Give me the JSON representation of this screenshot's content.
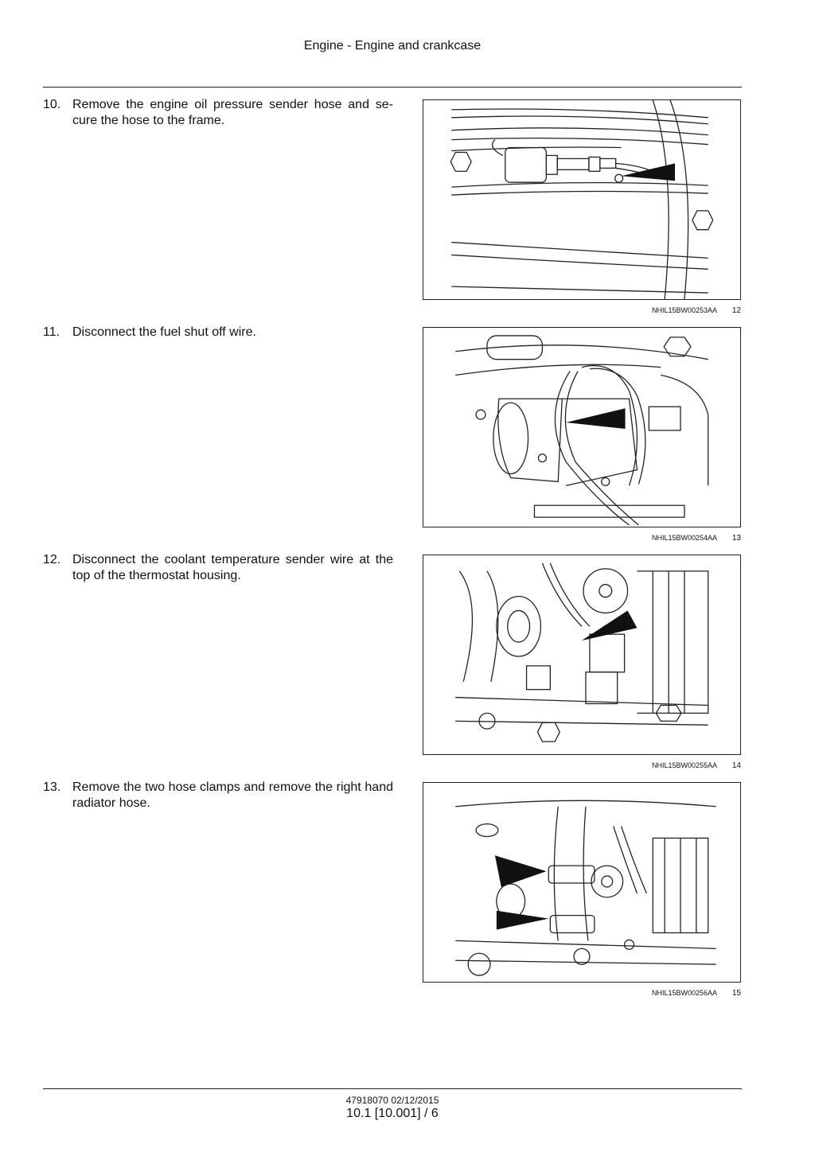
{
  "header": {
    "title": "Engine - Engine and crankcase"
  },
  "steps": [
    {
      "number": "10.",
      "text": "Remove the engine oil pressure sender hose and se- cure the hose to the frame.",
      "figure": {
        "code": "NHIL15BW00253AA",
        "number": "12"
      }
    },
    {
      "number": "11.",
      "text": "Disconnect the fuel shut off wire.",
      "figure": {
        "code": "NHIL15BW00254AA",
        "number": "13"
      }
    },
    {
      "number": "12.",
      "text": "Disconnect the coolant temperature sender wire at the top of the thermostat housing.",
      "figure": {
        "code": "NHIL15BW00255AA",
        "number": "14"
      }
    },
    {
      "number": "13.",
      "text": "Remove the two hose clamps and remove the right hand radiator hose.",
      "figure": {
        "code": "NHIL15BW00256AA",
        "number": "15"
      }
    }
  ],
  "footer": {
    "doc_ref": "47918070 02/12/2015",
    "page_ref": "10.1 [10.001] / 6"
  }
}
